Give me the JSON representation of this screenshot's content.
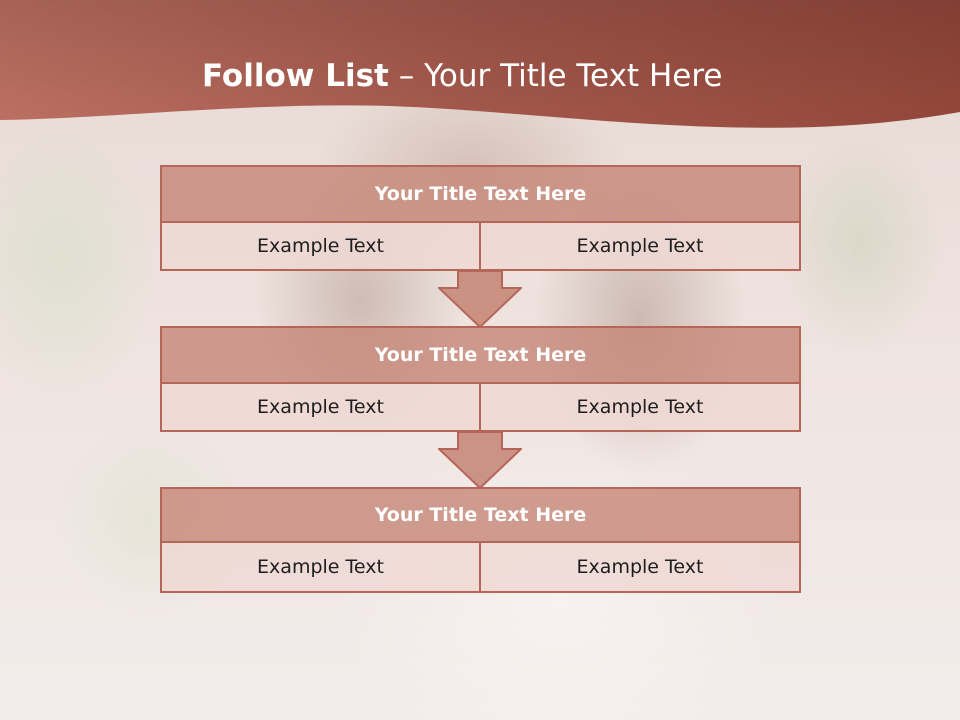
{
  "slide": {
    "title_bold": "Follow List",
    "title_rest": " – Your Title Text Here"
  },
  "blocks": [
    {
      "title": "Your Title Text Here",
      "left": "Example Text",
      "right": "Example Text"
    },
    {
      "title": "Your Title Text Here",
      "left": "Example Text",
      "right": "Example Text"
    },
    {
      "title": "Your Title Text Here",
      "left": "Example Text",
      "right": "Example Text"
    }
  ],
  "colors": {
    "header": "#a95a4c",
    "block_title": "#c48474",
    "block_border": "#b56658",
    "cell_fill": "#eed8d4"
  }
}
